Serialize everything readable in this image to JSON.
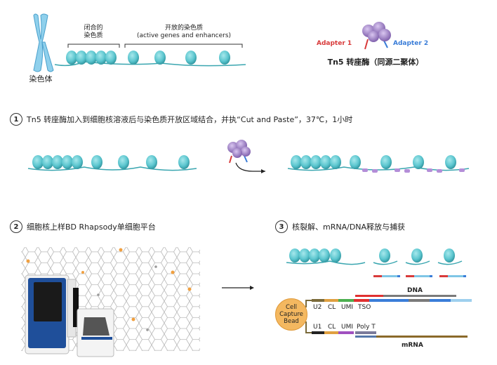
{
  "colors": {
    "nucleosome": "#5cc6cf",
    "nucleosome_dark": "#2a8f99",
    "dna_line": "#3aa6b0",
    "tn5": "#9a7ac6",
    "adapter1": "#d83a3a",
    "adapter2": "#3a7dd8",
    "bead": "#f4b860"
  },
  "top": {
    "chromosome_label": "染色体",
    "closed_label_l1": "闭合的",
    "closed_label_l2": "染色质",
    "open_label_l1": "开放的染色质",
    "open_label_l2": "(active genes and enhancers)",
    "adapter1": "Adapter 1",
    "adapter2": "Adapter 2",
    "tn5_caption": "Tn5 转座酶（同源二聚体）"
  },
  "steps": [
    {
      "num": "1",
      "text": "Tn5 转座酶加入到细胞核溶液后与染色质开放区域结合，并执“Cut and Paste”，37℃，1小时"
    },
    {
      "num": "2",
      "text": "细胞核上样BD Rhapsody单细胞平台"
    },
    {
      "num": "3",
      "text": "核裂解、mRNA/DNA释放与捕获"
    }
  ],
  "capture": {
    "bead_l1": "Cell",
    "bead_l2": "Capture",
    "bead_l3": "Bead",
    "dna_label": "DNA",
    "mrna_label": "mRNA",
    "upper": [
      "U2",
      "CL",
      "UMI",
      "TSO"
    ],
    "lower": [
      "U1",
      "CL",
      "UMI",
      "Poly T"
    ]
  }
}
